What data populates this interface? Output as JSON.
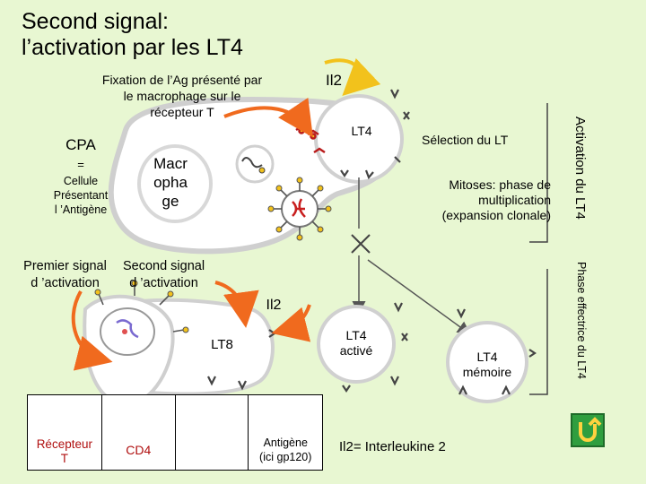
{
  "title": {
    "line1": "Second signal:",
    "line2": "l’activation par les LT4"
  },
  "labels": {
    "fixation": "Fixation de l’Ag présenté par le macrophage sur le récepteur T",
    "il2_top": "Il2",
    "lt4": "LT4",
    "selection_1": "Sélection",
    "selection_2": " du LT",
    "cpa": "CPA",
    "cpa_eq": "=",
    "cpa_def_1": "Cellule",
    "cpa_def_2": "Présentant",
    "cpa_def_3": "l ’Antigène",
    "macrophage_1": "Macr",
    "macrophage_2": "opha",
    "macrophage_3": "ge",
    "mitoses_1": "Mitoses: phase de",
    "mitoses_2": "multiplication",
    "mitoses_3": "(expansion clonale)",
    "activation_lt4": "Activation du LT4",
    "premier_signal_1": "Premier signal",
    "premier_signal_2": "d ’activation",
    "second_signal_1": "Second signal",
    "second_signal_2": "d ’activation",
    "il2_mid": "Il2",
    "lt8": "LT8",
    "lt4_active_1": "LT4",
    "lt4_active_2": "activé",
    "lt4_memoire_1": "LT4",
    "lt4_memoire_2": "mémoire",
    "phase_effectrice": "Phase effectrice du LT4",
    "il2_def": "Il2= Interleukine 2"
  },
  "legend": {
    "recepteur_1": "Récepteur",
    "recepteur_2": "T",
    "cd4": "CD4",
    "antigene_1": "Antigène",
    "antigene_2": "(ici gp120)"
  },
  "colors": {
    "background": "#e8f7d2",
    "cell_fill": "#ffffff",
    "cell_stroke": "#d0d0d0",
    "arrow_orange": "#f06a1e",
    "arrow_yellow": "#f2c21c",
    "antigen_red": "#c81e1e",
    "dark_red": "#b91b1b",
    "receptor_gray": "#444444",
    "legend_red": "#b01010",
    "nav_button": "#2f9e3f"
  },
  "icons": {
    "nav_button": "u-turn-arrow-icon"
  }
}
